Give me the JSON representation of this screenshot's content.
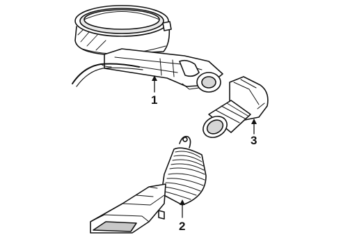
{
  "diagram": {
    "parts": [
      {
        "callout": "1",
        "icon": "air-cleaner-assembly"
      },
      {
        "callout": "2",
        "icon": "air-intake-duct"
      },
      {
        "callout": "3",
        "icon": "air-duct-adapter"
      }
    ],
    "colors": {
      "line": "#111111",
      "paper": "#ffffff",
      "shade": "#c8c8c8"
    }
  }
}
